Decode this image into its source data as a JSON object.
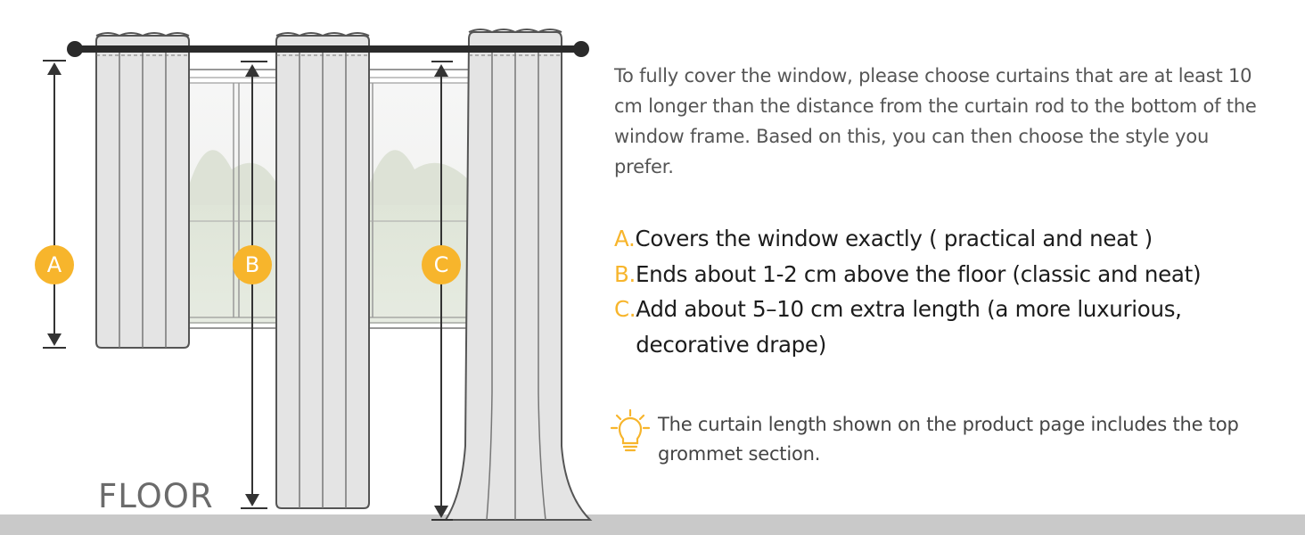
{
  "intro": "To fully cover the window, please choose curtains that are at least 10 cm longer than the distance from the curtain rod to the bottom of the window frame. Based on this, you can then choose the style you prefer.",
  "options": [
    {
      "letter": "A.",
      "text": "Covers the window exactly ( practical and neat )"
    },
    {
      "letter": "B.",
      "text": "Ends about 1-2 cm above the floor (classic and neat)"
    },
    {
      "letter": "C.",
      "text": "Add about 5–10 cm extra length (a more luxurious, decorative drape)"
    }
  ],
  "note": "The curtain length shown on the product page includes the top grommet section.",
  "diagram": {
    "floor_label": "FLOOR",
    "badges": {
      "a": "A",
      "b": "B",
      "c": "C"
    }
  },
  "colors": {
    "accent": "#f7b52c",
    "curtain_fill": "#e4e4e4",
    "outline": "#555555",
    "rod": "#2b2b2b",
    "floor": "#c9c9c9"
  },
  "icons": [
    "lightbulb-icon"
  ]
}
